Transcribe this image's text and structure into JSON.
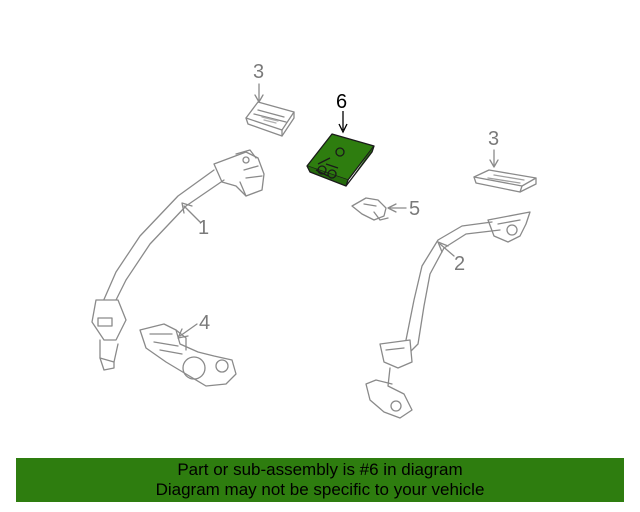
{
  "callouts": {
    "c1": "1",
    "c2": "2",
    "c3_left": "3",
    "c3_right": "3",
    "c4": "4",
    "c5": "5",
    "c6": "6"
  },
  "highlight_color": "#2e7d0f",
  "banner": {
    "line1": "Part or sub-assembly is #6 in diagram",
    "line2": "Diagram may not be specific to your vehicle"
  }
}
